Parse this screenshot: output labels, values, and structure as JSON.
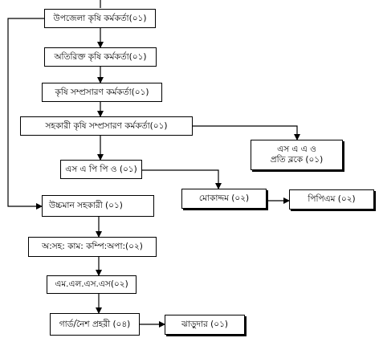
{
  "nodes": {
    "upazila_agri_officer": "উপজেলা কৃষি কর্মকর্তা(০১)",
    "additional_agri_officer": "অতিরিক্ত কৃষি কর্মকর্তা(০১)",
    "agri_extension_officer": "কৃষি সম্প্রসারণ কর্মকর্তা(০১)",
    "asst_agri_extension_officer": "সহকারী কৃষি সম্প্রসারণ কর্মকর্তা(০১)",
    "saao_line1": "এস এ এ ও",
    "saao_line2": "প্রতি ব্লকে (০১)",
    "sapp_o": "এস এ পি পি ও (০১)",
    "mokaddam": "মোকাদ্দম (০২)",
    "ppm": "পিপিএম (০২)",
    "higher_assistant": "উচ্চমান সহকারী (০১)",
    "office_asst_typist": "অ:সহ: কাম: কম্পি:অপা:(০২)",
    "mlss": "এম.এল.এস.এস(০২)",
    "guard": "গার্ড/নৈশ প্রহরী (০৪)",
    "sweeper": "ঝাড়ুদার (০১)"
  }
}
